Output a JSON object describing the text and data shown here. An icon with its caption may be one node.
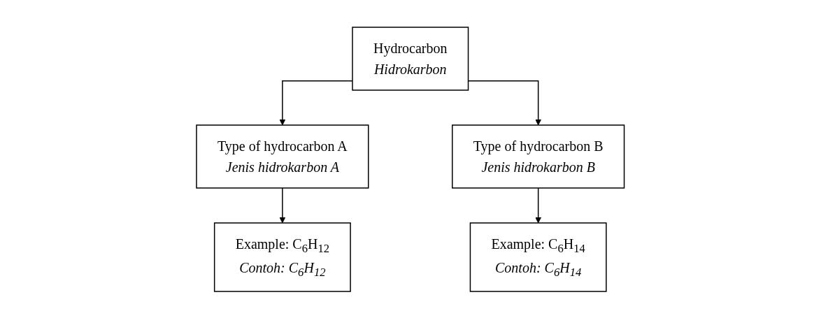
{
  "diagram": {
    "nodes": [
      {
        "text": [
          "Hydrocarbon",
          "Hidrokarbon"
        ]
      },
      {
        "text": [
          "Type of hydrocarbon A",
          "Jenis hidrokarbon A"
        ]
      },
      {
        "text": [
          "Type of hydrocarbon B",
          "Jenis hidrokarbon B"
        ]
      },
      {
        "text": [
          "Example:  C$_{6}$H$_{12}$",
          "Contoh: C$_{6}$H$_{12}$"
        ]
      },
      {
        "text": [
          "Example:  C$_{6}$H$_{14}$",
          "Contoh: C$_{6}$H$_{14}$"
        ]
      }
    ],
    "edges": [
      {
        "from": 0,
        "to": 1,
        "arrow": "to"
      },
      {
        "from": 0,
        "to": 2,
        "arrow": "to"
      },
      {
        "from": 1,
        "to": 3,
        "arrow": "to"
      },
      {
        "from": 2,
        "to": 4,
        "arrow": "to"
      }
    ]
  }
}
